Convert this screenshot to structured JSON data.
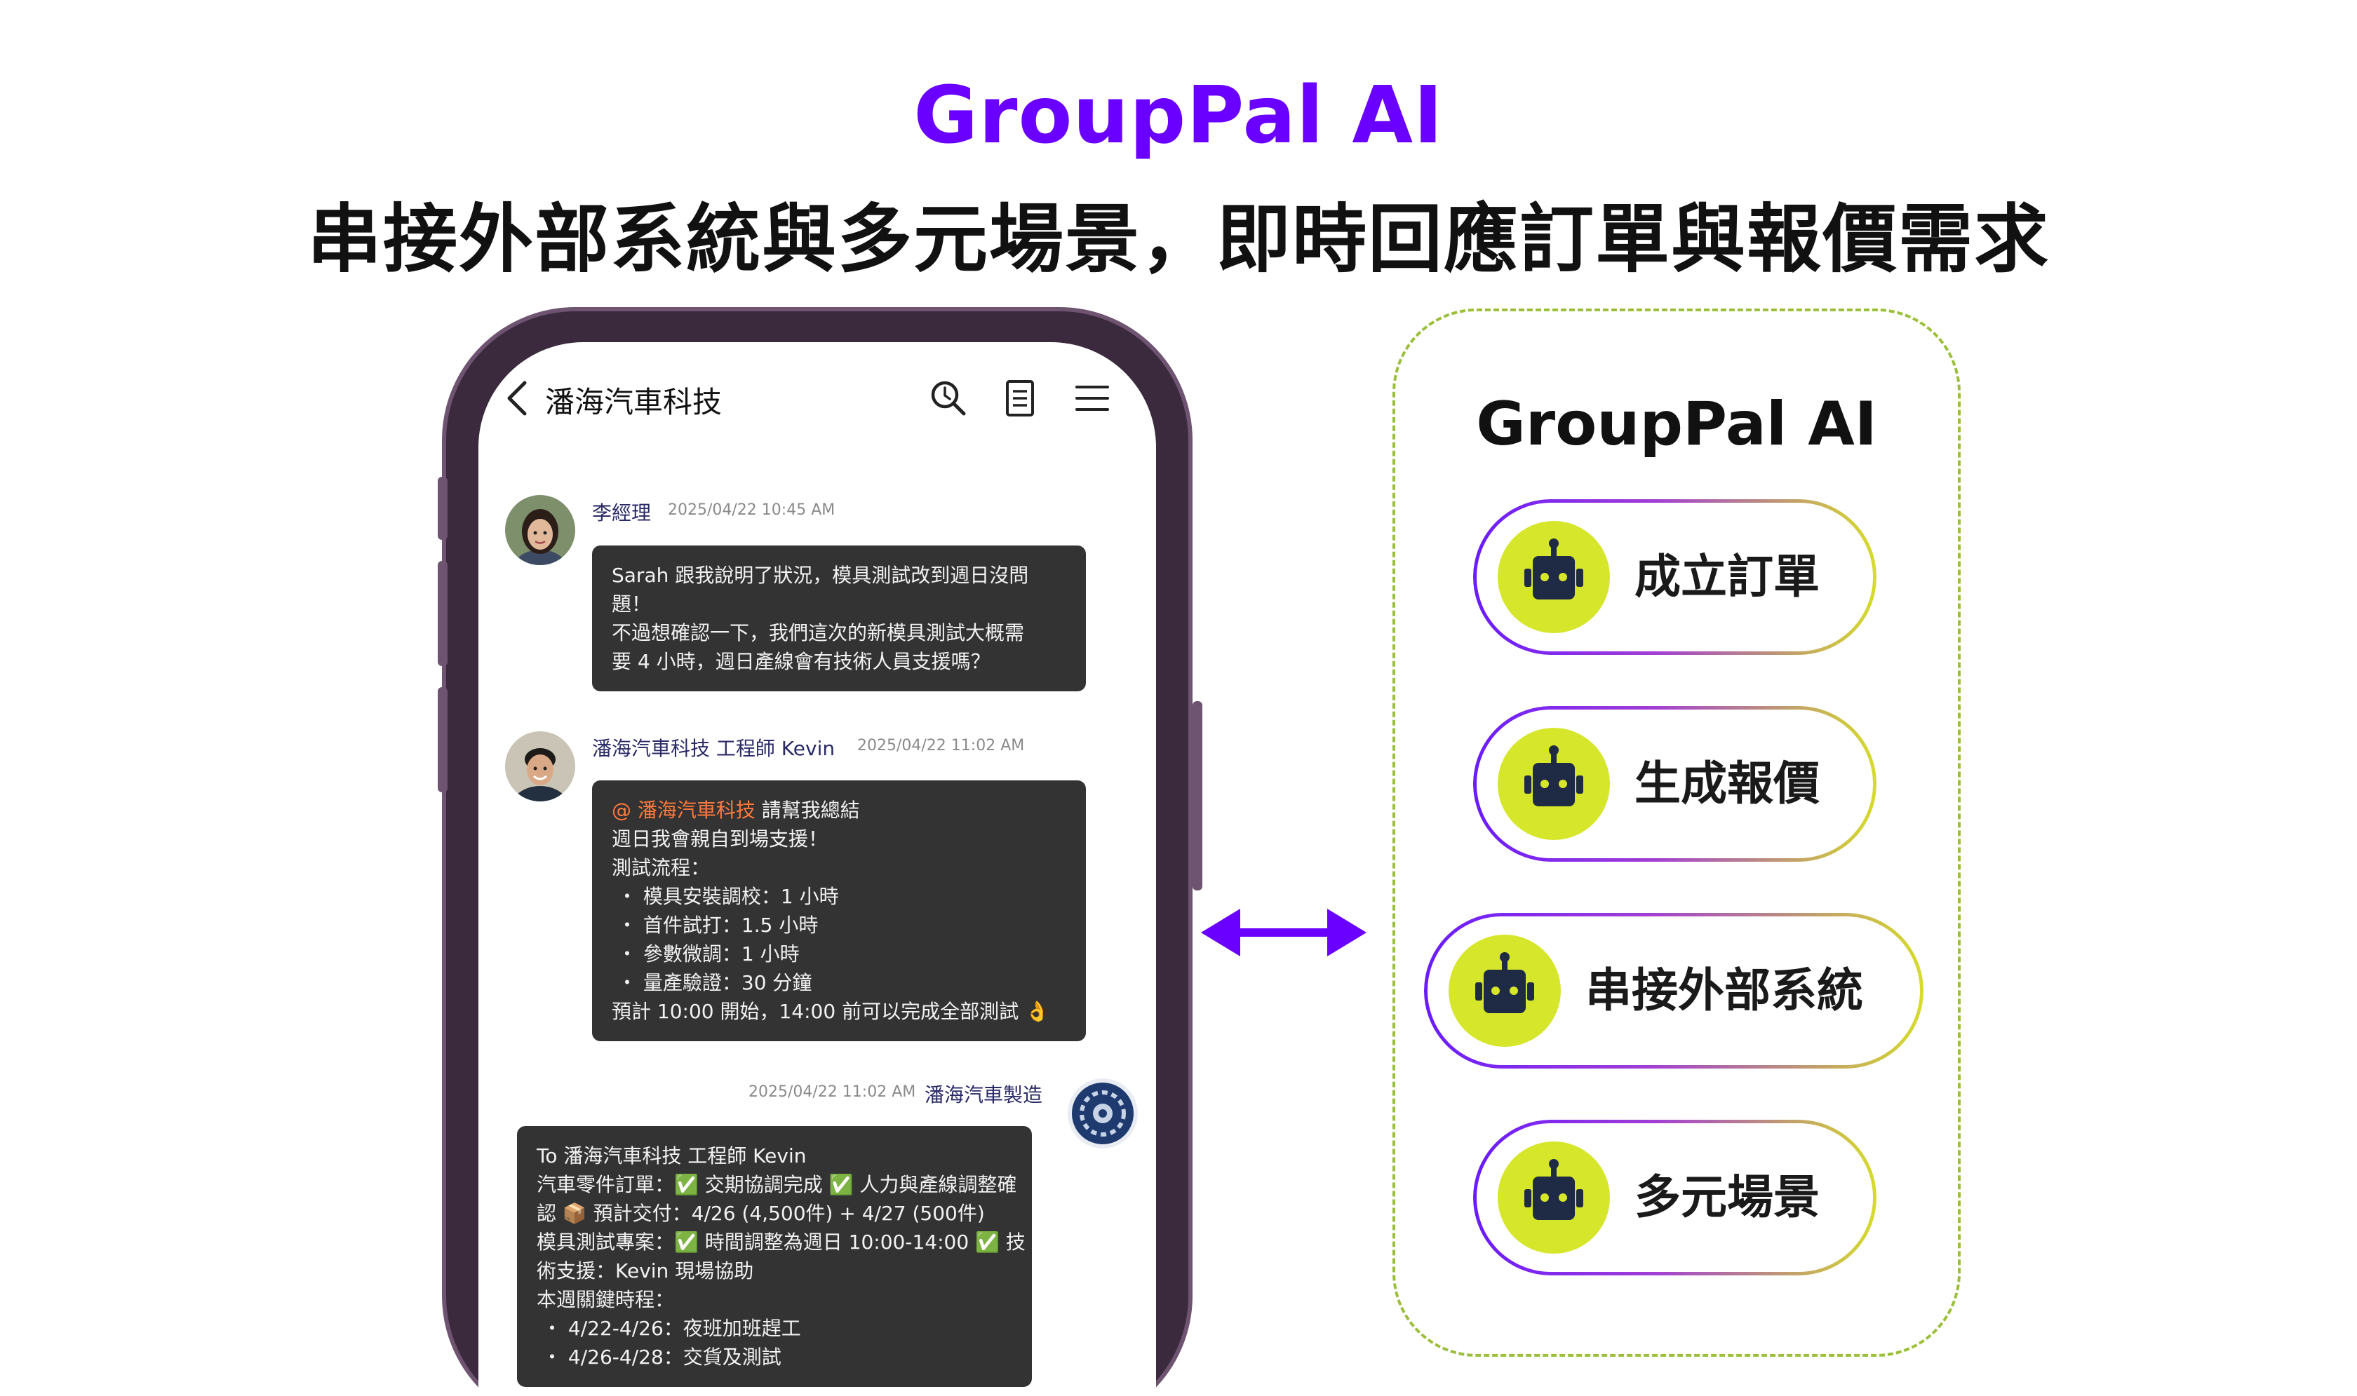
{
  "hero": {
    "title": "GroupPal AI",
    "subtitle": "串接外部系統與多元場景，即時回應訂單與報價需求"
  },
  "chat": {
    "title": "潘海汽車科技",
    "messages": [
      {
        "sender": "李經理",
        "time": "2025/04/22 10:45 AM",
        "lines": [
          "Sarah 跟我說明了狀況，模具測試改到週日沒問",
          "題！",
          "不過想確認一下，我們這次的新模具測試大概需",
          "要 4 小時，週日產線會有技術人員支援嗎？"
        ]
      },
      {
        "sender": "潘海汽車科技 工程師 Kevin",
        "time": "2025/04/22 11:02 AM",
        "mention": "@ 潘海汽車科技",
        "first_line_rest": " 請幫我總結",
        "lines": [
          "週日我會親自到場支援！",
          "測試流程：",
          "・ 模具安裝調校：1 小時",
          "・ 首件試打：1.5 小時",
          "・ 參數微調：1 小時",
          "・ 量產驗證：30 分鐘",
          "預計 10:00 開始，14:00 前可以完成全部測試 👌"
        ]
      },
      {
        "sender": "潘海汽車製造",
        "time": "2025/04/22 11:02 AM",
        "lines": [
          "To 潘海汽車科技 工程師 Kevin",
          "汽車零件訂單：✅ 交期協調完成 ✅ 人力與產線調整確",
          "認 📦 預計交付：4/26 (4,500件) + 4/27 (500件)",
          "模具測試專案：✅ 時間調整為週日 10:00-14:00 ✅ 技",
          "術支援：Kevin 現場協助",
          "本週關鍵時程：",
          "・ 4/22-4/26：夜班加班趕工",
          "・ 4/26-4/28：交貨及測試"
        ]
      }
    ]
  },
  "panel": {
    "title": "GroupPal AI",
    "features": [
      {
        "label": "成立訂單",
        "icon": "robot-icon"
      },
      {
        "label": "生成報價",
        "icon": "robot-icon"
      },
      {
        "label": "串接外部系統",
        "icon": "robot-icon"
      },
      {
        "label": "多元場景",
        "icon": "robot-icon"
      }
    ]
  },
  "colors": {
    "brand_purple": "#6a00ff",
    "bubble_bg": "#333333",
    "mention": "#ff7a3d",
    "robot_bg": "#d6e62a",
    "panel_border": "#9cbf3a"
  }
}
